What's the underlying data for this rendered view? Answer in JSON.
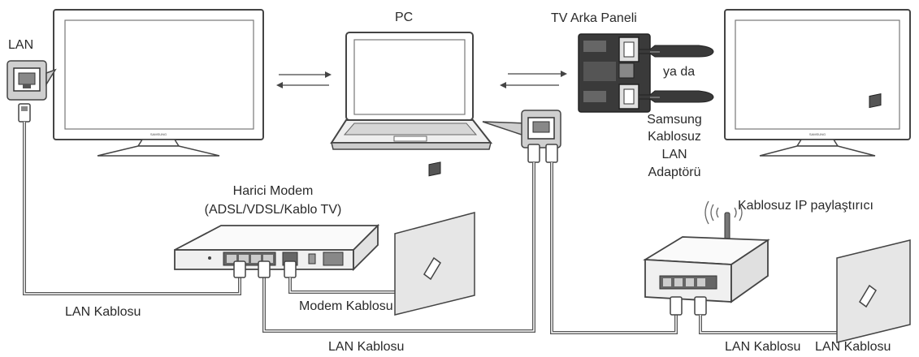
{
  "labels": {
    "lan": "LAN",
    "pc": "PC",
    "tv_back_panel": "TV Arka Paneli",
    "ya_da": "ya da",
    "adapter_line1": "Samsung",
    "adapter_line2": "Kablosuz",
    "adapter_line3": "LAN",
    "adapter_line4": "Adaptörü",
    "modem_line1": "Harici Modem",
    "modem_line2": "(ADSL/VDSL/Kablo TV)",
    "wireless_router": "Kablosuz IP paylaştırıcı",
    "lan_cable_left": "LAN Kablosu",
    "modem_cable": "Modem Kablosu",
    "lan_cable_bottom": "LAN Kablosu",
    "lan_cable_right_1": "LAN Kablosu",
    "lan_cable_right_2": "LAN Kablosu"
  },
  "brand_text": "SAMSUNG",
  "colors": {
    "line": "#444444",
    "cable": "#555555",
    "screen_fill": "#ffffff",
    "device_fill": "#f4f4f4",
    "wall_fill": "#e6e6e6",
    "port_fill": "#cfcfcf",
    "dark_panel": "#3a3a3a"
  },
  "icons": [
    "lan-port-icon",
    "arrow-right-icon",
    "arrow-left-icon",
    "usb-port-icon",
    "usb-dongle-icon",
    "wifi-signal-icon",
    "wall-socket-icon"
  ]
}
